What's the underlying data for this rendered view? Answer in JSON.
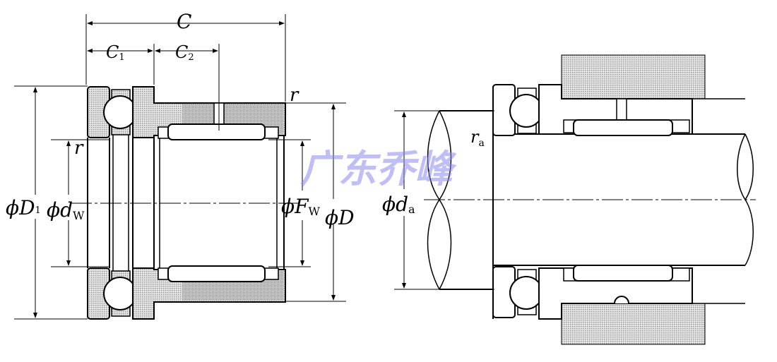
{
  "title": "Combined needle roller and thrust ball bearing – dimensions and mounting",
  "labels": {
    "C": "C",
    "C1": "C",
    "C1_sub": "1",
    "C2": "C",
    "C2_sub": "2",
    "r_top": "r",
    "r_left": "r",
    "D1": "ϕD",
    "D1_sub": "1",
    "dw": "ϕd",
    "dw_sub": "W",
    "Fw": "ϕF",
    "Fw_sub": "W",
    "D": "ϕD",
    "da": "ϕd",
    "da_sub": "a",
    "ra": "r",
    "ra_sub": "a"
  },
  "watermark": "广东乔峰",
  "colors": {
    "line": "#000000",
    "hatch": "#bdbdbd",
    "watermark": "#8c8cf0"
  }
}
